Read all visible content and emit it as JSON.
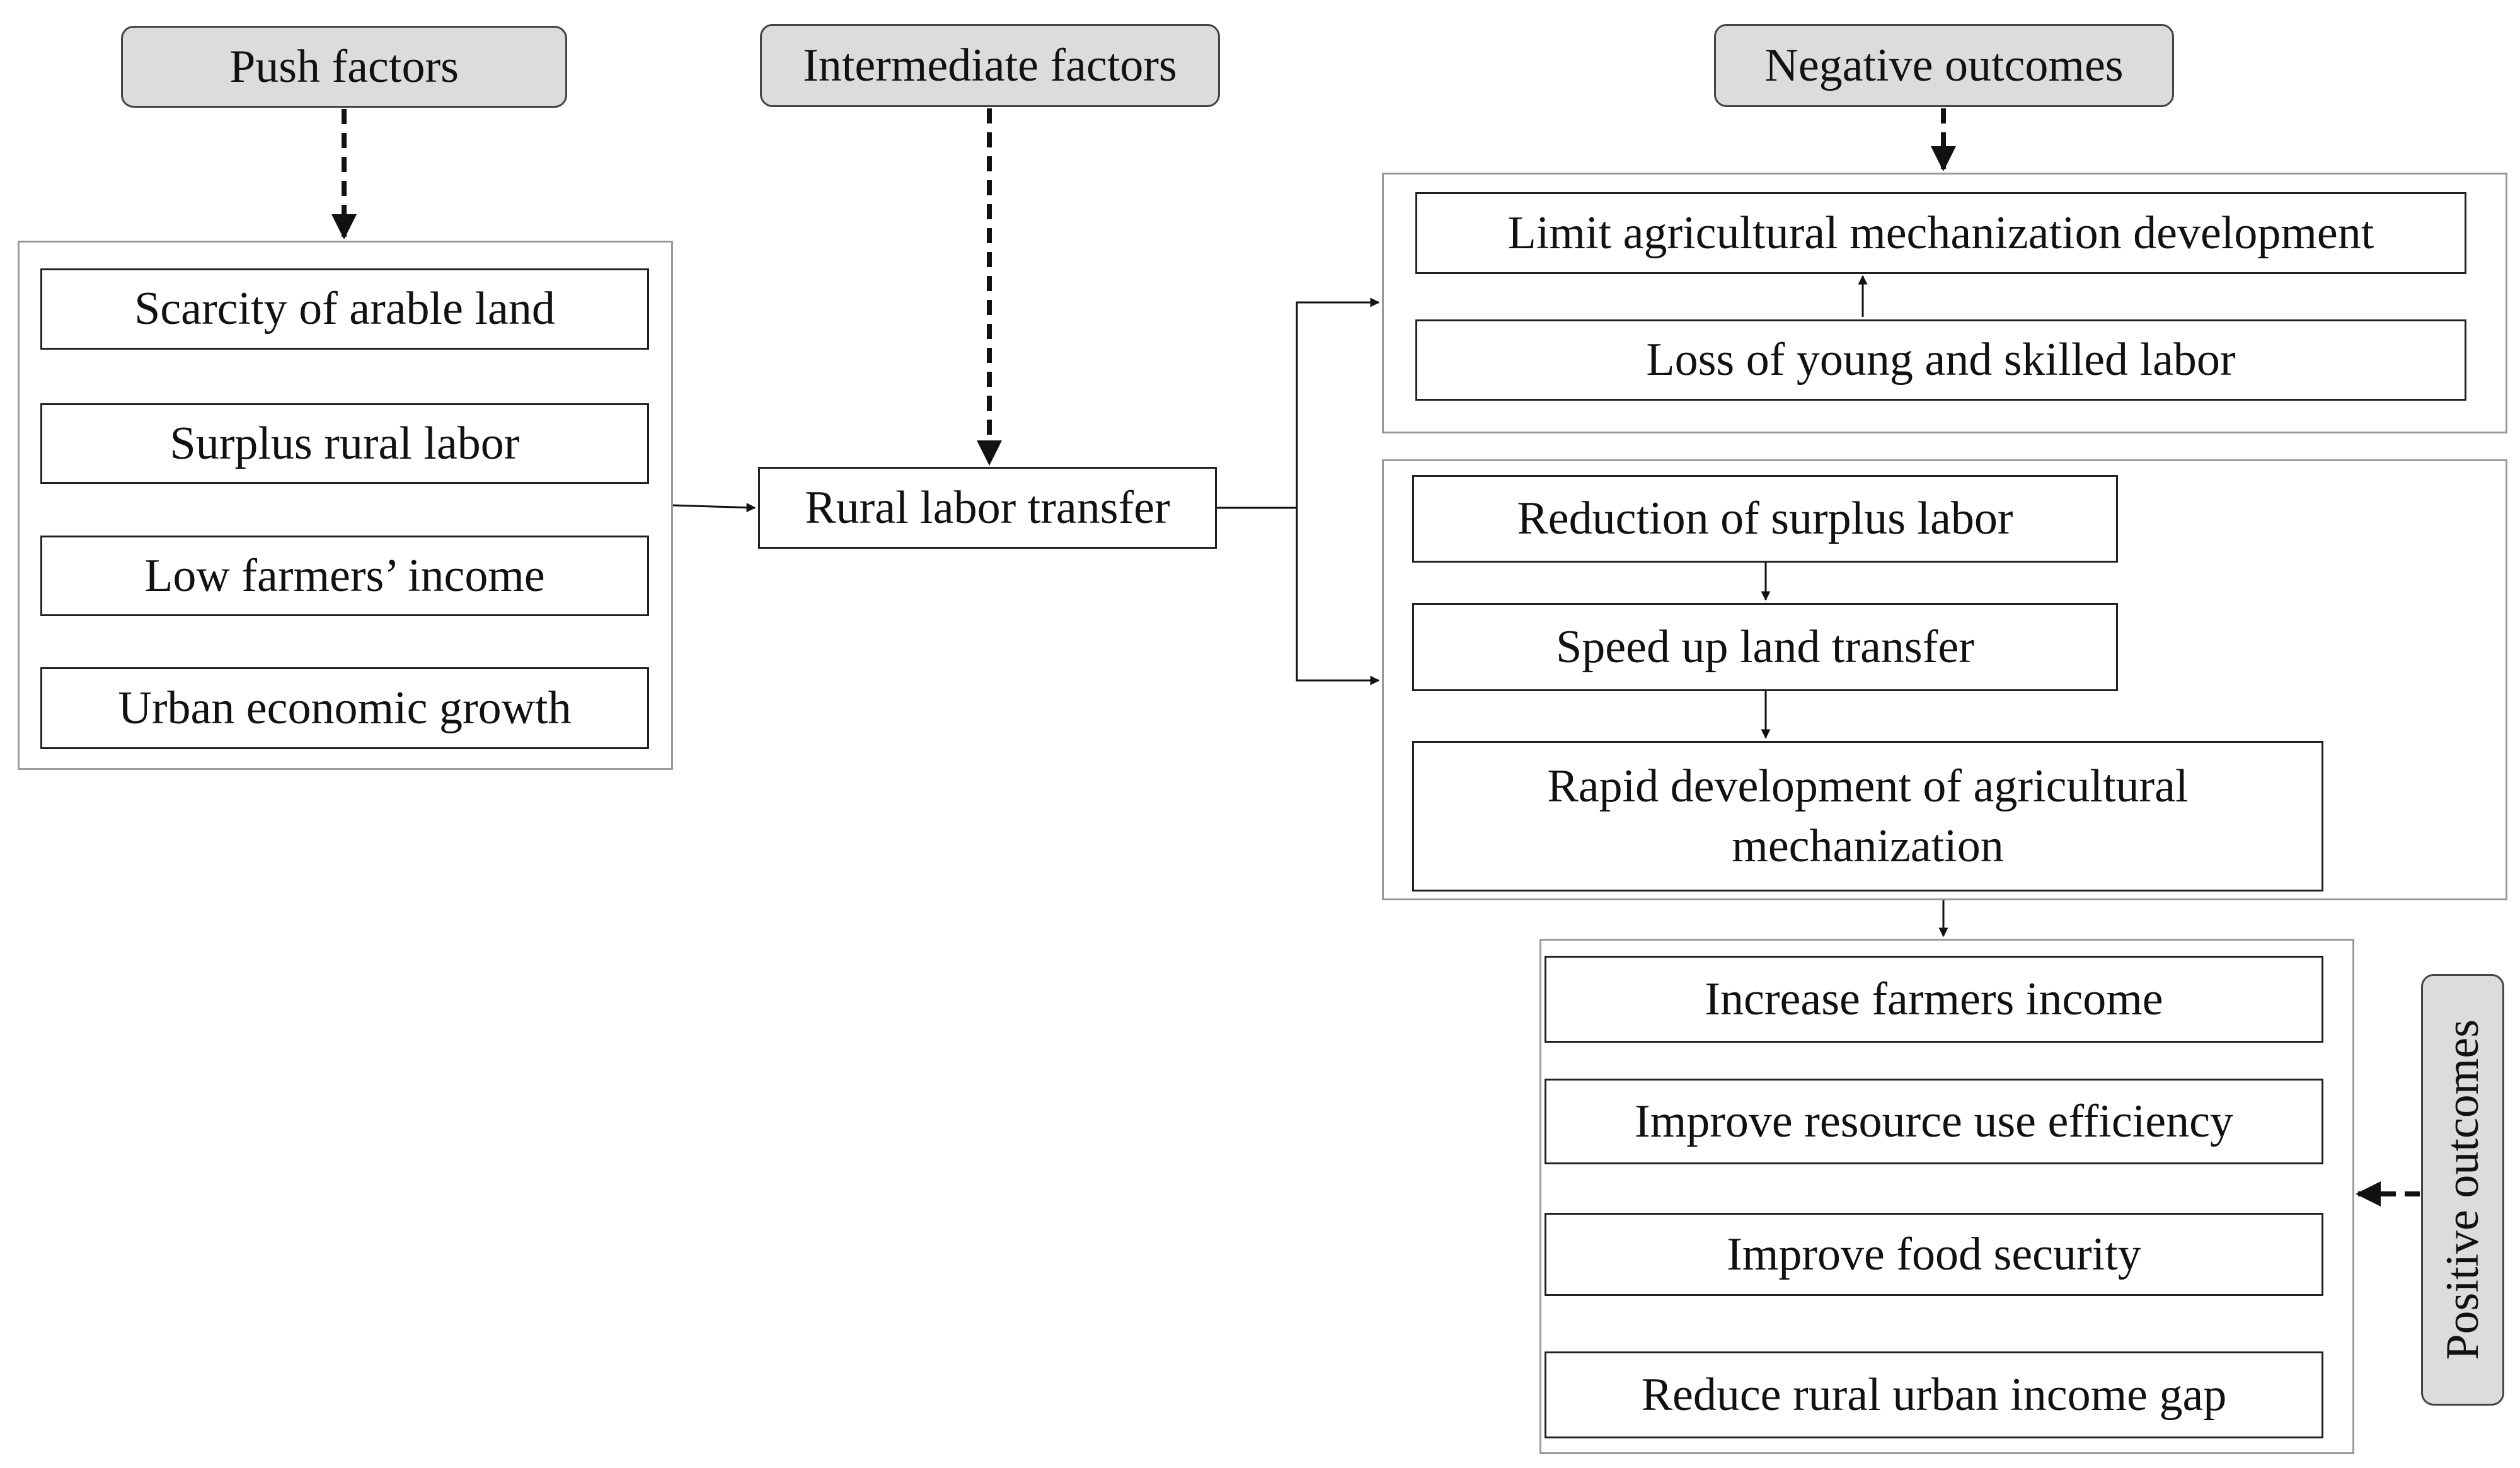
{
  "headers": {
    "push": "Push factors",
    "intermediate": "Intermediate factors",
    "negative": "Negative outcomes",
    "positive": "Positive outcomes"
  },
  "push_factors": [
    "Scarcity of arable land",
    "Surplus rural labor",
    "Low farmers’ income",
    "Urban economic growth"
  ],
  "center": "Rural labor transfer",
  "negative_outcomes": {
    "top": "Limit agricultural mechanization development",
    "bottom": "Loss of young and skilled labor"
  },
  "mechanization_chain": [
    "Reduction of surplus labor",
    "Speed up land transfer",
    "Rapid development of agricultural mechanization"
  ],
  "positive_outcomes": [
    "Increase farmers income",
    "Improve resource use efficiency",
    "Improve food security",
    "Reduce rural urban income gap"
  ],
  "colors": {
    "header_fill": "#dcdcdc",
    "group_border": "#9a9a9a",
    "box_border": "#222222"
  }
}
